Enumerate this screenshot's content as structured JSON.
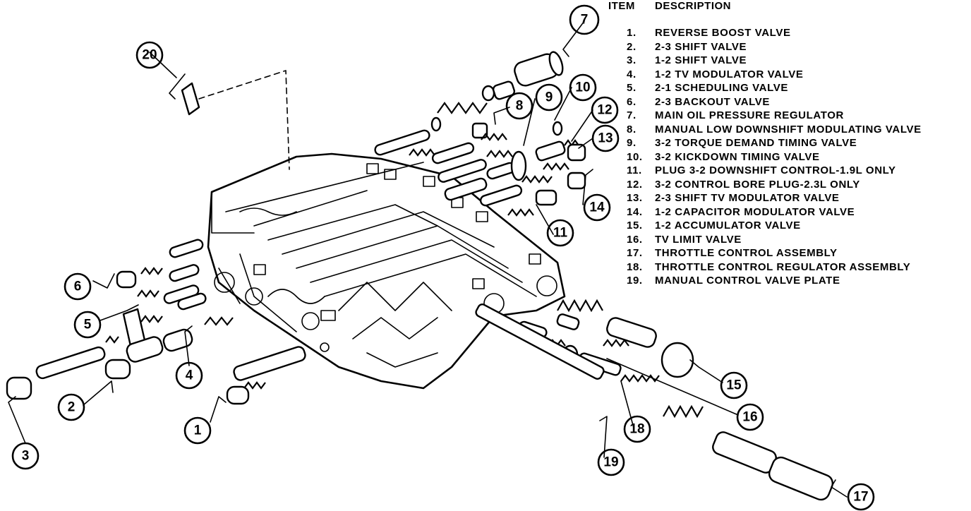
{
  "legend": {
    "item_header": "ITEM",
    "description_header": "DESCRIPTION",
    "items": [
      {
        "num": "1.",
        "desc": "REVERSE BOOST VALVE"
      },
      {
        "num": "2.",
        "desc": "2-3 SHIFT VALVE"
      },
      {
        "num": "3.",
        "desc": "1-2 SHIFT VALVE"
      },
      {
        "num": "4.",
        "desc": "1-2 TV MODULATOR VALVE"
      },
      {
        "num": "5.",
        "desc": "2-1 SCHEDULING VALVE"
      },
      {
        "num": "6.",
        "desc": "2-3 BACKOUT VALVE"
      },
      {
        "num": "7.",
        "desc": "MAIN OIL PRESSURE REGULATOR"
      },
      {
        "num": "8.",
        "desc": "MANUAL LOW DOWNSHIFT MODULATING VALVE"
      },
      {
        "num": "9.",
        "desc": "3-2 TORQUE DEMAND TIMING VALVE"
      },
      {
        "num": "10.",
        "desc": "3-2 KICKDOWN TIMING VALVE"
      },
      {
        "num": "11.",
        "desc": "PLUG 3-2 DOWNSHIFT CONTROL-1.9L ONLY"
      },
      {
        "num": "12.",
        "desc": "3-2 CONTROL BORE PLUG-2.3L ONLY"
      },
      {
        "num": "13.",
        "desc": "2-3 SHIFT TV MODULATOR VALVE"
      },
      {
        "num": "14.",
        "desc": "1-2 CAPACITOR MODULATOR VALVE"
      },
      {
        "num": "15.",
        "desc": "1-2 ACCUMULATOR VALVE"
      },
      {
        "num": "16.",
        "desc": "TV LIMIT VALVE"
      },
      {
        "num": "17.",
        "desc": "THROTTLE CONTROL ASSEMBLY"
      },
      {
        "num": "18.",
        "desc": "THROTTLE CONTROL REGULATOR ASSEMBLY"
      },
      {
        "num": "19.",
        "desc": "MANUAL CONTROL VALVE PLATE"
      }
    ]
  },
  "callouts": [
    "1",
    "2",
    "3",
    "4",
    "5",
    "6",
    "7",
    "8",
    "9",
    "10",
    "11",
    "12",
    "13",
    "14",
    "15",
    "16",
    "17",
    "18",
    "19",
    "20"
  ]
}
